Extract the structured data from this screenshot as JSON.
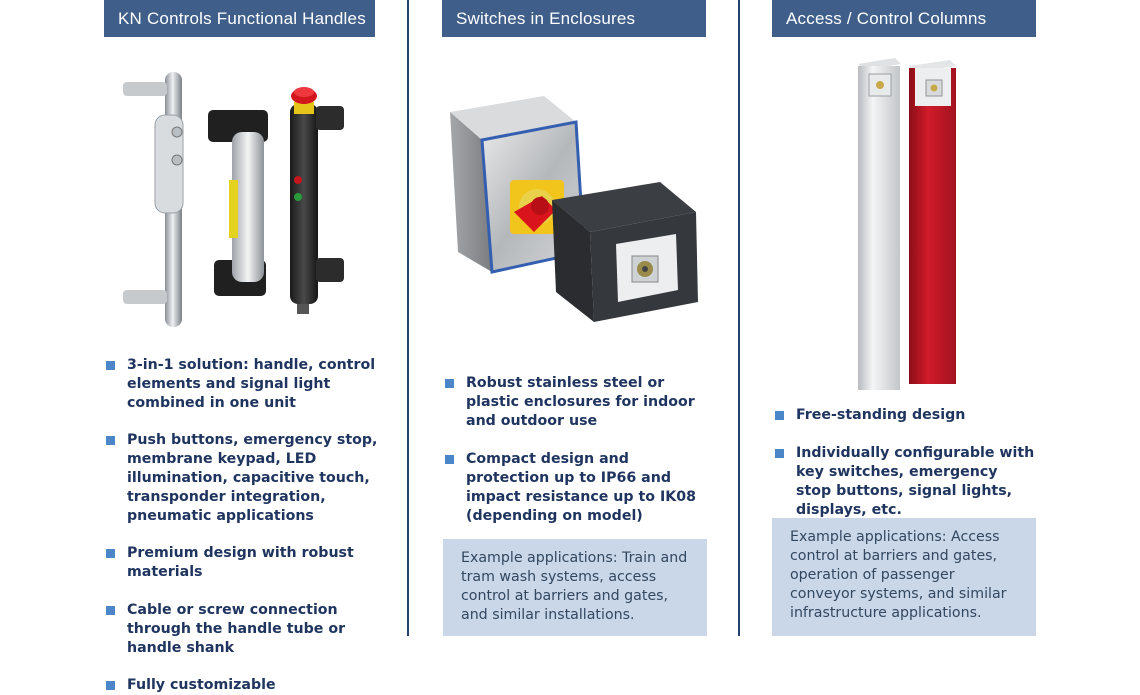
{
  "columns": [
    {
      "header": "KN Controls Functional Handles",
      "bullets": [
        "3-in-1 solution: handle, control elements and signal light combined in one unit",
        "Push buttons, emergency stop, membrane keypad, LED illumination, capacitive touch, transponder integration, pneumatic applications",
        "Premium design with robust materials",
        "Cable or screw connection through the handle tube or handle shank",
        "Fully customizable"
      ]
    },
    {
      "header": "Switches in Enclosures",
      "bullets": [
        "Robust stainless steel or plastic enclosures for indoor and outdoor use",
        "Compact design and protection up to IP66 and impact resistance up to IK08 (depending on model)"
      ],
      "example": "Example applications: Train and tram wash systems, access control at barriers and gates, and similar installations."
    },
    {
      "header": "Access / Control Columns",
      "bullets": [
        "Free-standing design",
        "Individually configurable with key switches, emergency stop buttons, signal lights, displays, etc."
      ],
      "example": "Example applications: Access control at barriers and gates, operation of passenger conveyor systems, and similar infrastructure applications."
    }
  ],
  "colors": {
    "header_bg": "#3f5f8a",
    "divider": "#24426f",
    "bullet_text": "#1f3560",
    "bullet_square": "#4a86c8",
    "example_bg": "#c9d7e8"
  }
}
